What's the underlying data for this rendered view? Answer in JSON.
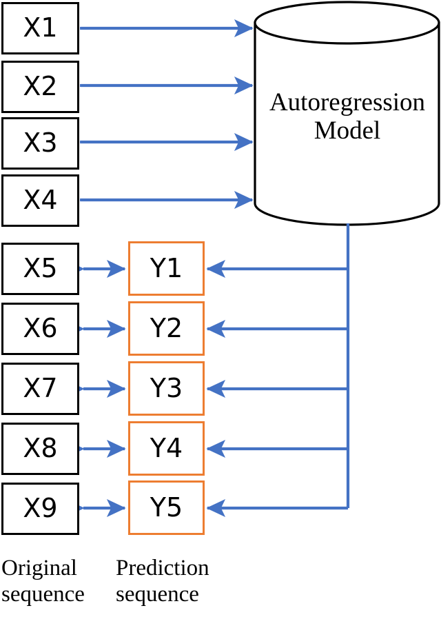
{
  "figure": {
    "type": "diagram",
    "title": "Autoregression model sequence prediction schematic",
    "colors": {
      "box_outline_black": "#000000",
      "box_outline_orange": "#ED7D31",
      "arrow_blue": "#4472C4",
      "background": "#FFFFFF",
      "text": "#000000"
    }
  },
  "model": {
    "shape": "cylinder",
    "line1": "Autoregression",
    "line2": "Model"
  },
  "original_sequence": {
    "caption": "Original\nsequence",
    "input_nodes": [
      {
        "label": "X1"
      },
      {
        "label": "X2"
      },
      {
        "label": "X3"
      },
      {
        "label": "X4"
      }
    ],
    "compared_nodes": [
      {
        "label": "X5"
      },
      {
        "label": "X6"
      },
      {
        "label": "X7"
      },
      {
        "label": "X8"
      },
      {
        "label": "X9"
      }
    ]
  },
  "prediction_sequence": {
    "caption": "Prediction\nsequence",
    "nodes": [
      {
        "label": "Y1"
      },
      {
        "label": "Y2"
      },
      {
        "label": "Y3"
      },
      {
        "label": "Y4"
      },
      {
        "label": "Y5"
      }
    ]
  },
  "connections": {
    "input_to_model": [
      {
        "from": "X1",
        "to": "Autoregression Model",
        "style": "single-arrow-right"
      },
      {
        "from": "X2",
        "to": "Autoregression Model",
        "style": "single-arrow-right"
      },
      {
        "from": "X3",
        "to": "Autoregression Model",
        "style": "single-arrow-right"
      },
      {
        "from": "X4",
        "to": "Autoregression Model",
        "style": "single-arrow-right"
      }
    ],
    "model_to_prediction": [
      {
        "from": "Autoregression Model",
        "to": "Y1",
        "style": "single-arrow-left"
      },
      {
        "from": "Autoregression Model",
        "to": "Y2",
        "style": "single-arrow-left"
      },
      {
        "from": "Autoregression Model",
        "to": "Y3",
        "style": "single-arrow-left"
      },
      {
        "from": "Autoregression Model",
        "to": "Y4",
        "style": "single-arrow-left"
      },
      {
        "from": "Autoregression Model",
        "to": "Y5",
        "style": "single-arrow-left"
      }
    ],
    "comparison": [
      {
        "from": "X5",
        "to": "Y1",
        "style": "double-arrow"
      },
      {
        "from": "X6",
        "to": "Y2",
        "style": "double-arrow"
      },
      {
        "from": "X7",
        "to": "Y3",
        "style": "double-arrow"
      },
      {
        "from": "X8",
        "to": "Y4",
        "style": "double-arrow"
      },
      {
        "from": "X9",
        "to": "Y5",
        "style": "double-arrow"
      }
    ]
  }
}
